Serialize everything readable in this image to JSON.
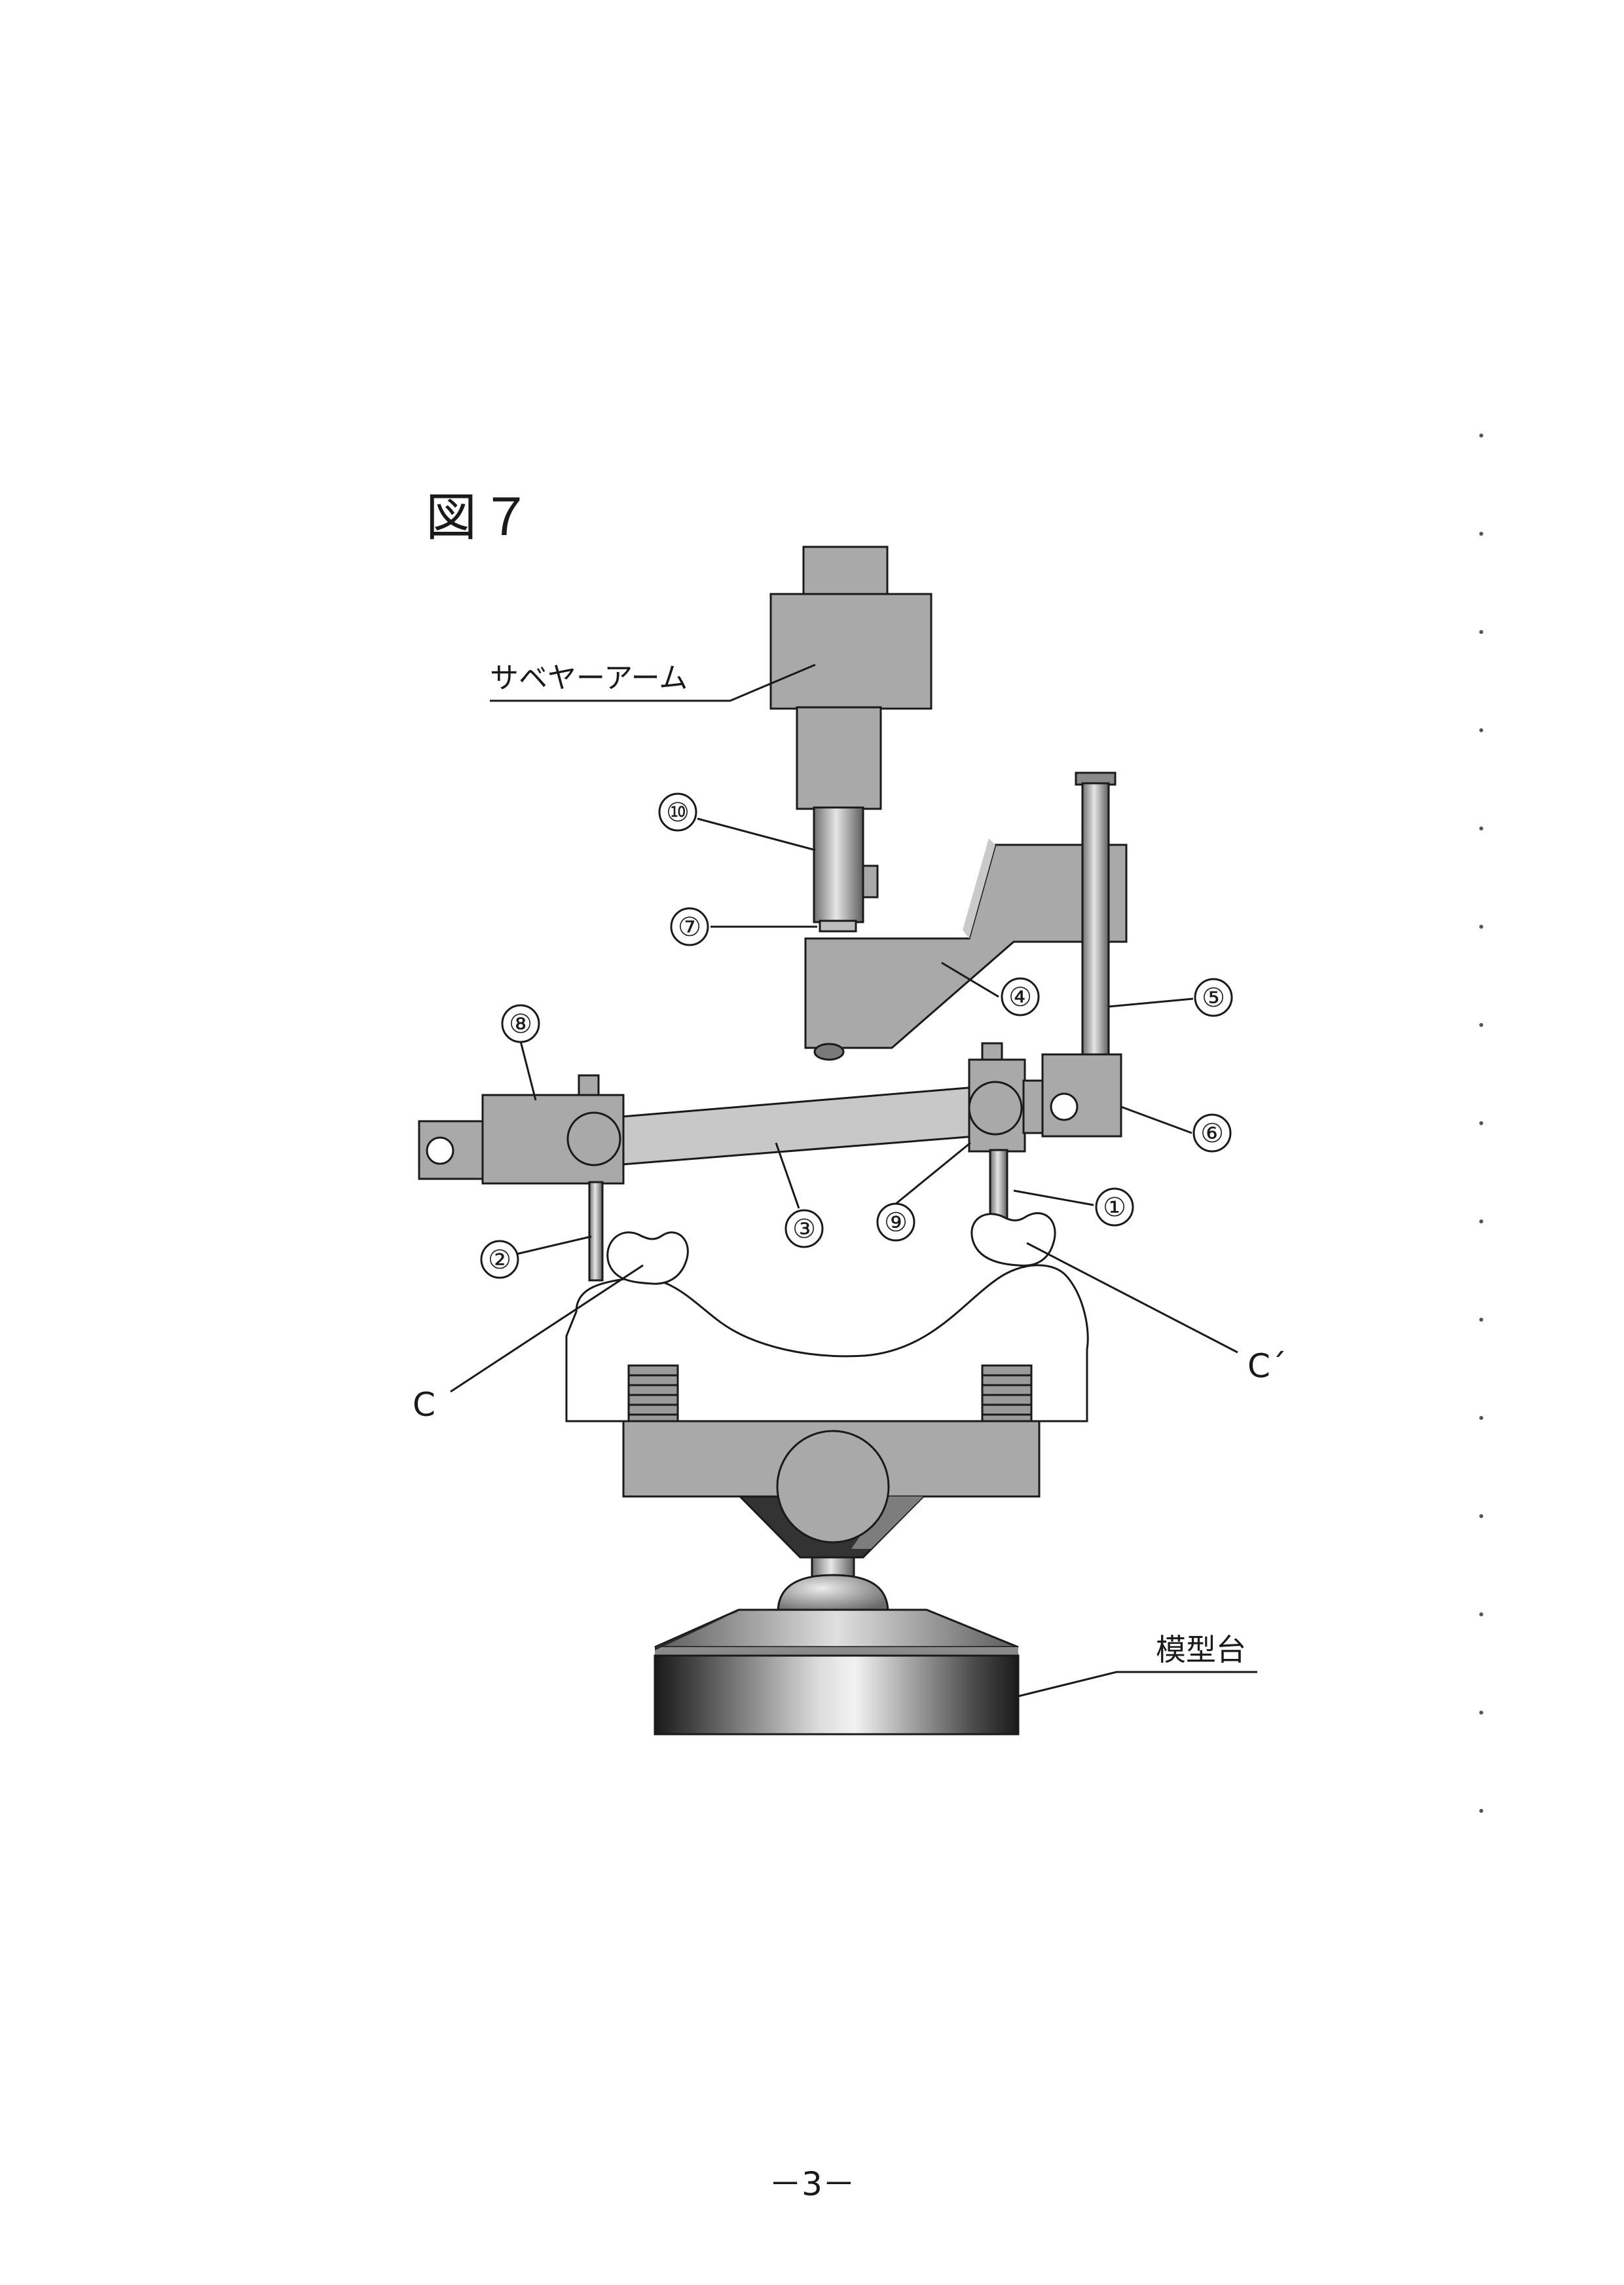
{
  "figure_title": "図７",
  "page_number": "－3－",
  "labels": {
    "surveyor_arm": "サベヤーアーム",
    "model_base": "模型台",
    "c_left": "C",
    "c_right": "C´"
  },
  "callouts": {
    "n1": "①",
    "n2": "②",
    "n3": "③",
    "n4": "④",
    "n5": "⑤",
    "n6": "⑥",
    "n7": "⑦",
    "n8": "⑧",
    "n9": "⑨",
    "n10": "⑩"
  },
  "colors": {
    "part_gray": "#a9a9a9",
    "bar_gray": "#c8c8c8",
    "outline": "#1a1a1a",
    "tooth_white": "#ffffff"
  }
}
